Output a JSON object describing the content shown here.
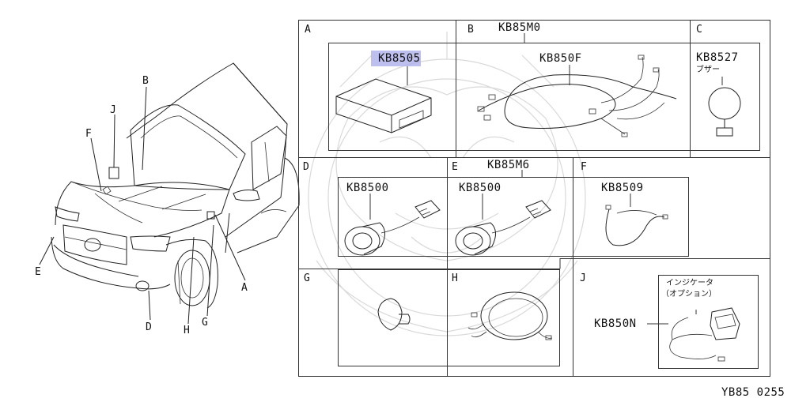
{
  "car_callouts": {
    "a": "A",
    "b": "B",
    "d": "D",
    "e": "E",
    "f": "F",
    "g": "G",
    "h": "H",
    "j": "J"
  },
  "panels": {
    "a": {
      "letter": "A",
      "part": "KB8505"
    },
    "b": {
      "letter": "B",
      "assembly": "KB85M0",
      "part": "KB850F"
    },
    "c": {
      "letter": "C",
      "part": "KB8527",
      "jp_label": "ブザー"
    },
    "d": {
      "letter": "D",
      "part": "KB8500"
    },
    "e": {
      "letter": "E",
      "assembly": "KB85M6",
      "part": "KB8500"
    },
    "f": {
      "letter": "F",
      "part": "KB8509"
    },
    "g": {
      "letter": "G"
    },
    "h": {
      "letter": "H"
    },
    "j": {
      "letter": "J",
      "part": "KB850N",
      "jp_line1": "インジケータ",
      "jp_line2": "（オプション）"
    }
  },
  "diagram_code": "YB85 0255",
  "colors": {
    "highlight": "#a7a9e8",
    "line": "#222222",
    "watermark": "#d9d9d9"
  }
}
